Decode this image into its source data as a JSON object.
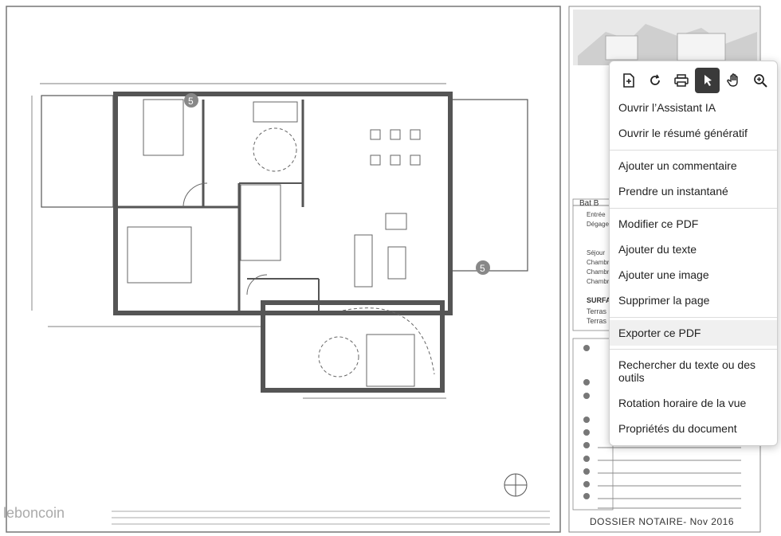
{
  "document": {
    "footer_title": "DOSSIER NOTAIRE- Nov 2016",
    "watermark": "leboncoin",
    "bat_label": "Bat B",
    "legend_rows": [
      "Entrée",
      "Dégage",
      "Séjour",
      "Chambr",
      "Chambr",
      "Chambr",
      "SURFAC",
      "Terras",
      "Terras"
    ],
    "plan_label": "5"
  },
  "toolbar": {
    "icons": [
      "page-extract-icon",
      "rotate-icon",
      "print-icon",
      "pointer-icon",
      "hand-icon",
      "zoom-in-icon"
    ],
    "active": "pointer-icon"
  },
  "menu": {
    "items": [
      {
        "label": "Ouvrir l’Assistant IA"
      },
      {
        "label": "Ouvrir le résumé génératif"
      },
      {
        "label": "Ajouter un commentaire"
      },
      {
        "label": "Prendre un instantané"
      },
      {
        "label": "Modifier ce PDF"
      },
      {
        "label": "Ajouter du texte"
      },
      {
        "label": "Ajouter une image"
      },
      {
        "label": "Supprimer la page"
      },
      {
        "label": "Exporter ce PDF"
      },
      {
        "label": "Rechercher du texte ou des outils"
      },
      {
        "label": "Rotation horaire de la vue"
      },
      {
        "label": "Propriétés du document"
      }
    ],
    "highlighted": "Exporter ce PDF"
  }
}
